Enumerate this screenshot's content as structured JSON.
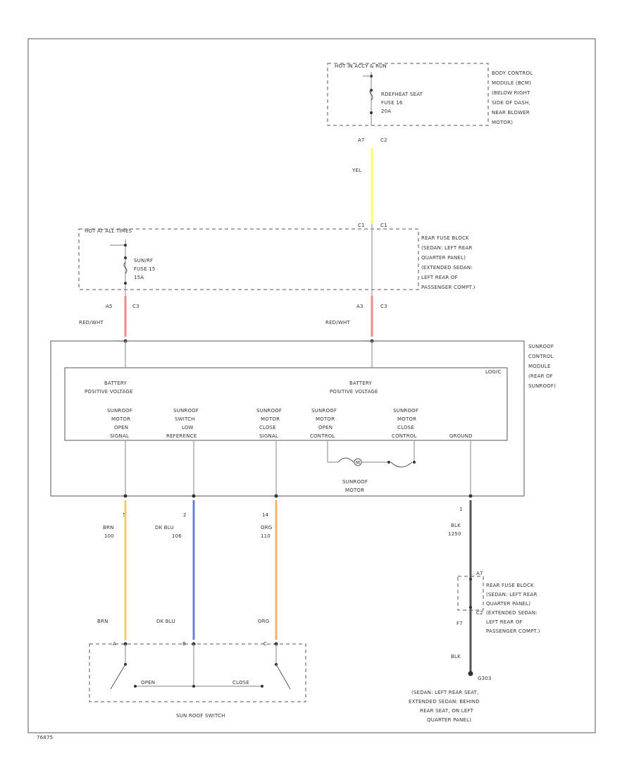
{
  "fuse_box_hot": {
    "header": "HOT IN ACCY & RUN",
    "fuse_label": [
      "RDEFHEAT SEAT",
      "FUSE 16",
      "20A"
    ],
    "location": [
      "BODY CONTROL",
      "MODULE (BCM)",
      "(BELOW RIGHT",
      "SIDE OF DASH,",
      "NEAR BLOWER",
      "MOTOR)"
    ]
  },
  "wire_bcm": {
    "pin": "A7",
    "connector": "C2",
    "color_label": "YEL",
    "color_hex": "#ffff66"
  },
  "rear_fuse_block": {
    "header": "HOT AT ALL TIMES",
    "fuse_label": [
      "SUN/RF",
      "FUSE 15",
      "15A"
    ],
    "pin_in": "C1",
    "connector_in": "C1",
    "location": [
      "REAR FUSE BLOCK",
      "(SEDAN: LEFT REAR",
      "QUARTER PANEL)",
      "(EXTENDED SEDAN:",
      "LEFT REAR OF",
      "PASSENGER COMPT.)"
    ]
  },
  "wire_left_feed": {
    "pin": "A5",
    "connector": "C3",
    "color_label": "RED/WHT",
    "color_hex": "#f08a8a"
  },
  "wire_right_feed": {
    "pin": "A3",
    "connector": "C3",
    "color_label": "RED/WHT",
    "color_hex": "#f08a8a"
  },
  "module": {
    "name": [
      "SUNROOF",
      "CONTROL",
      "MODULE",
      "(REAR OF",
      "SUNROOF)"
    ],
    "logic_tag": "LOGIC",
    "voltage_left": [
      "BATTERY",
      "POSITIVE VOLTAGE"
    ],
    "voltage_right": [
      "BATTERY",
      "POSITIVE VOLTAGE"
    ],
    "signals": [
      [
        "SUNROOF",
        "MOTOR",
        "OPEN",
        "SIGNAL"
      ],
      [
        "SUNROOF",
        "SWITCH",
        "LOW",
        "REFERENCE"
      ],
      [
        "SUNROOF",
        "MOTOR",
        "CLOSE",
        "SIGNAL"
      ],
      [
        "SUNROOF",
        "MOTOR",
        "OPEN",
        "CONTROL"
      ],
      [
        "SUNROOF",
        "MOTOR",
        "CLOSE",
        "CONTROL"
      ]
    ],
    "ground_label": "GROUND",
    "motor_symbol": "M",
    "motor_label": [
      "SUNROOF",
      "MOTOR"
    ]
  },
  "switch_wires": [
    {
      "pin": "5",
      "color_label": "BRN",
      "circuit": "100",
      "end_label": "BRN",
      "color_hex": "#e8cf6a"
    },
    {
      "pin": "2",
      "color_label": "DK BLU",
      "circuit": "106",
      "end_label": "DK BLU",
      "color_hex": "#6a7fd8"
    },
    {
      "pin": "14",
      "color_label": "ORG",
      "circuit": "110",
      "end_label": "ORG",
      "color_hex": "#f7b26a"
    }
  ],
  "switch_pins": [
    "A",
    "B",
    "C"
  ],
  "switch": {
    "open_label": "OPEN",
    "close_label": "CLOSE",
    "name": "SUN ROOF SWITCH"
  },
  "ground_wire": {
    "pin": "1",
    "color_label": "BLK",
    "circuit": "1250",
    "connector_pin": "A7",
    "connector_id": "C2",
    "connector_sub": "F7",
    "connector_location": [
      "REAR FUSE BLOCK",
      "(SEDAN: LEFT REAR",
      "QUARTER PANEL)",
      "(EXTENDED SEDAN:",
      "LEFT REAR OF",
      "PASSENGER COMPT.)"
    ],
    "end_label": "BLK",
    "ground_id": "G303",
    "ground_location": [
      "(SEDAN: LEFT REAR SEAT,",
      "EXTENDED SEDAN: BEHIND",
      "REAR SEAT, ON LEFT",
      "QUARTER PANEL)"
    ]
  },
  "figure_id": "76875"
}
